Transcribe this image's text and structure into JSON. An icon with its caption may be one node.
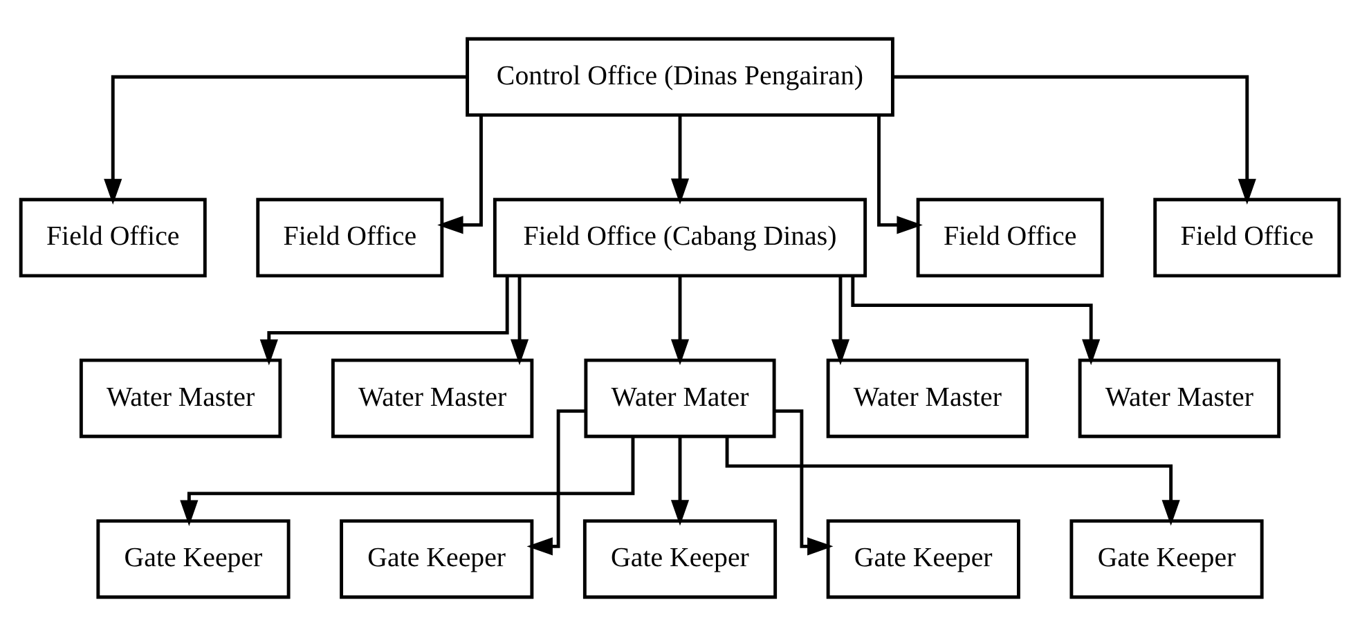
{
  "diagram": {
    "nodes": [
      {
        "text": [
          "Control Office (Dinas Pengairan)"
        ]
      },
      {
        "text": [
          "Field Office"
        ]
      },
      {
        "text": [
          "Field Office"
        ]
      },
      {
        "text": [
          "Field Office (Cabang Dinas)"
        ]
      },
      {
        "text": [
          "Field Office"
        ]
      },
      {
        "text": [
          "Field Office"
        ]
      },
      {
        "text": [
          "Water Master"
        ]
      },
      {
        "text": [
          "Water Master"
        ]
      },
      {
        "text": [
          "Water Mater"
        ]
      },
      {
        "text": [
          "Water Master"
        ]
      },
      {
        "text": [
          "Water Master"
        ]
      },
      {
        "text": [
          "Gate Keeper"
        ]
      },
      {
        "text": [
          "Gate Keeper"
        ]
      },
      {
        "text": [
          "Gate Keeper"
        ]
      },
      {
        "text": [
          "Gate Keeper"
        ]
      },
      {
        "text": [
          "Gate Keeper"
        ]
      }
    ],
    "edges": [
      {
        "from": 0,
        "to": 1,
        "arrow": "to"
      },
      {
        "from": 0,
        "to": 2,
        "arrow": "to"
      },
      {
        "from": 0,
        "to": 3,
        "arrow": "to"
      },
      {
        "from": 0,
        "to": 4,
        "arrow": "to"
      },
      {
        "from": 0,
        "to": 5,
        "arrow": "to"
      },
      {
        "from": 3,
        "to": 6,
        "arrow": "to"
      },
      {
        "from": 3,
        "to": 7,
        "arrow": "to"
      },
      {
        "from": 3,
        "to": 8,
        "arrow": "to"
      },
      {
        "from": 3,
        "to": 9,
        "arrow": "to"
      },
      {
        "from": 3,
        "to": 10,
        "arrow": "to"
      },
      {
        "from": 8,
        "to": 11,
        "arrow": "to"
      },
      {
        "from": 8,
        "to": 12,
        "arrow": "to"
      },
      {
        "from": 8,
        "to": 13,
        "arrow": "to"
      },
      {
        "from": 8,
        "to": 14,
        "arrow": "to"
      },
      {
        "from": 8,
        "to": 15,
        "arrow": "to"
      }
    ]
  }
}
